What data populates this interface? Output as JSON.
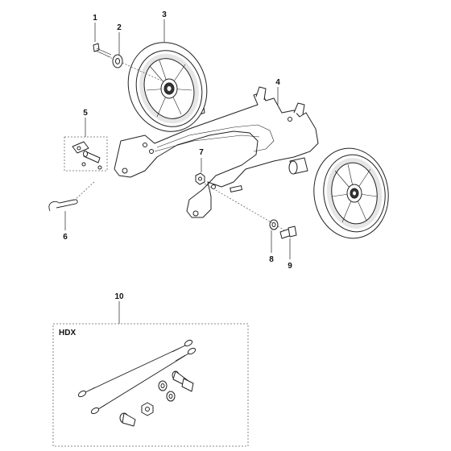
{
  "callouts": {
    "c1": "1",
    "c2": "2",
    "c3": "3",
    "c4": "4",
    "c5": "5",
    "c6": "6",
    "c7": "7",
    "c8": "8",
    "c9": "9",
    "c10": "10"
  },
  "kit": {
    "label": "HDX"
  }
}
